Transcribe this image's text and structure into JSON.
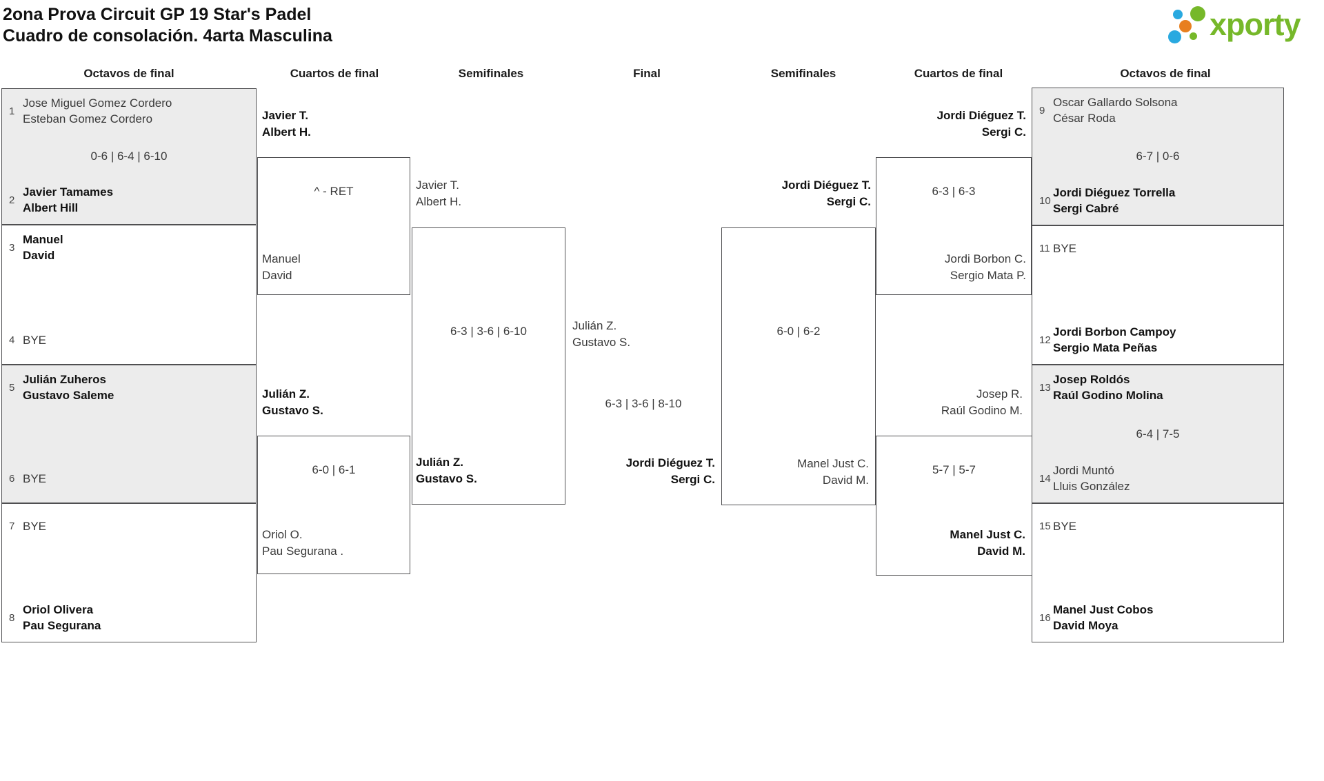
{
  "title": {
    "line1": "2ona Prova Circuit GP 19 Star's Padel",
    "line2": "Cuadro de consolación. 4arta Masculina"
  },
  "logo": {
    "text": "xporty"
  },
  "colors": {
    "brand_green": "#76b82a",
    "brand_blue": "#29a9e0",
    "brand_orange": "#e87f1f",
    "shaded_box": "#ececec",
    "border": "#4f4f51"
  },
  "headers": {
    "octavos_left": "Octavos de final",
    "cuartos_left": "Cuartos de final",
    "semifinales_left": "Semifinales",
    "final": "Final",
    "semifinales_right": "Semifinales",
    "cuartos_right": "Cuartos de final",
    "octavos_right": "Octavos de final"
  },
  "octavos_left": [
    {
      "seed1": "1",
      "t1a": "Jose Miguel Gomez Cordero",
      "t1b": "Esteban Gomez Cordero",
      "b1": false,
      "score": "0-6 | 6-4 | 6-10",
      "seed2": "2",
      "t2a": "Javier Tamames",
      "t2b": "Albert Hill",
      "b2": true
    },
    {
      "seed1": "3",
      "t1a": "Manuel",
      "t1b": "David",
      "b1": true,
      "score": "",
      "seed2": "4",
      "t2a": "BYE",
      "t2b": "",
      "b2": false
    },
    {
      "seed1": "5",
      "t1a": "Julián Zuheros",
      "t1b": "Gustavo Saleme",
      "b1": true,
      "score": "",
      "seed2": "6",
      "t2a": "BYE",
      "t2b": "",
      "b2": false
    },
    {
      "seed1": "7",
      "t1a": "BYE",
      "t1b": "",
      "b1": false,
      "score": "",
      "seed2": "8",
      "t2a": "Oriol Olivera",
      "t2b": "Pau Segurana",
      "b2": true
    }
  ],
  "octavos_right": [
    {
      "seed1": "9",
      "t1a": "Oscar Gallardo Solsona",
      "t1b": "César Roda",
      "b1": false,
      "score": "6-7 | 0-6",
      "seed2": "10",
      "t2a": "Jordi Diéguez Torrella",
      "t2b": "Sergi Cabré",
      "b2": true
    },
    {
      "seed1": "11",
      "t1a": "BYE",
      "t1b": "",
      "b1": false,
      "score": "",
      "seed2": "12",
      "t2a": "Jordi Borbon Campoy",
      "t2b": "Sergio Mata Peñas",
      "b2": true
    },
    {
      "seed1": "13",
      "t1a": "Josep Roldós",
      "t1b": "Raúl Godino Molina",
      "b1": true,
      "score": "6-4 | 7-5",
      "seed2": "14",
      "t2a": "Jordi Muntó",
      "t2b": "Lluis González",
      "b2": false
    },
    {
      "seed1": "15",
      "t1a": "BYE",
      "t1b": "",
      "b1": false,
      "score": "",
      "seed2": "16",
      "t2a": "Manel Just Cobos",
      "t2b": "David Moya",
      "b2": true
    }
  ],
  "cuartos_left": [
    {
      "above_a": "Javier T.",
      "above_b": "Albert H.",
      "above_bold": true,
      "score": "^ - RET",
      "inside_a": "Manuel",
      "inside_b": "David",
      "inside_bold": false
    },
    {
      "above_a": "Julián Z.",
      "above_b": "Gustavo S.",
      "above_bold": true,
      "score": "6-0 | 6-1",
      "inside_a": "Oriol O.",
      "inside_b": "Pau Segurana .",
      "inside_bold": false
    }
  ],
  "semifinal_left": {
    "above_a": "Javier T.",
    "above_b": "Albert H.",
    "above_bold": false,
    "score": "6-3 | 3-6 | 6-10",
    "inside_a": "Julián Z.",
    "inside_b": "Gustavo S.",
    "inside_bold": true
  },
  "final": {
    "top_a": "Julián Z.",
    "top_b": "Gustavo S.",
    "top_bold": false,
    "score": "6-3 | 3-6 | 8-10",
    "winner_a": "Jordi Diéguez T.",
    "winner_b": "Sergi C.",
    "winner_bold": true
  },
  "semifinal_right": {
    "above_a": "Jordi Diéguez T.",
    "above_b": "Sergi C.",
    "above_bold": true,
    "score": "6-0 | 6-2",
    "inside_a": "Manel Just C.",
    "inside_b": "David M.",
    "inside_bold": false
  },
  "cuartos_right": [
    {
      "above_a": "Jordi Diéguez T.",
      "above_b": "Sergi C.",
      "above_bold": true,
      "score": "6-3 | 6-3",
      "inside_a": "Jordi Borbon C.",
      "inside_b": "Sergio Mata P.",
      "inside_bold": false
    },
    {
      "above_a": "Josep R.",
      "above_b": "Raúl Godino M.",
      "above_bold": false,
      "score": "5-7 | 5-7",
      "inside_a": "Manel Just C.",
      "inside_b": "David M.",
      "inside_bold": true
    }
  ]
}
